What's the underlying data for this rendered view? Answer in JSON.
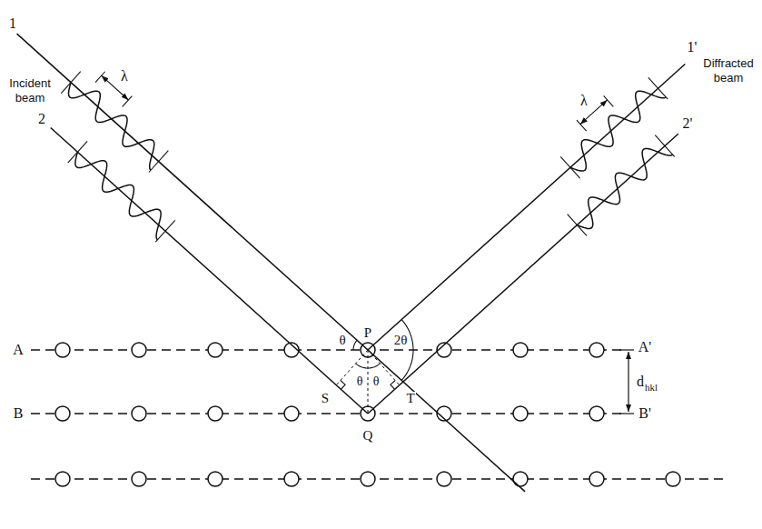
{
  "diagram": {
    "labels": [
      "1",
      "Incident beam",
      "2",
      "λ",
      "1'",
      "Diffracted beam",
      "2'",
      "λ",
      "θ",
      "P",
      "2θ",
      "A",
      "A'",
      "d",
      "hkl",
      "S",
      "θ",
      "θ",
      "T",
      "B",
      "B'",
      "Q"
    ]
  }
}
